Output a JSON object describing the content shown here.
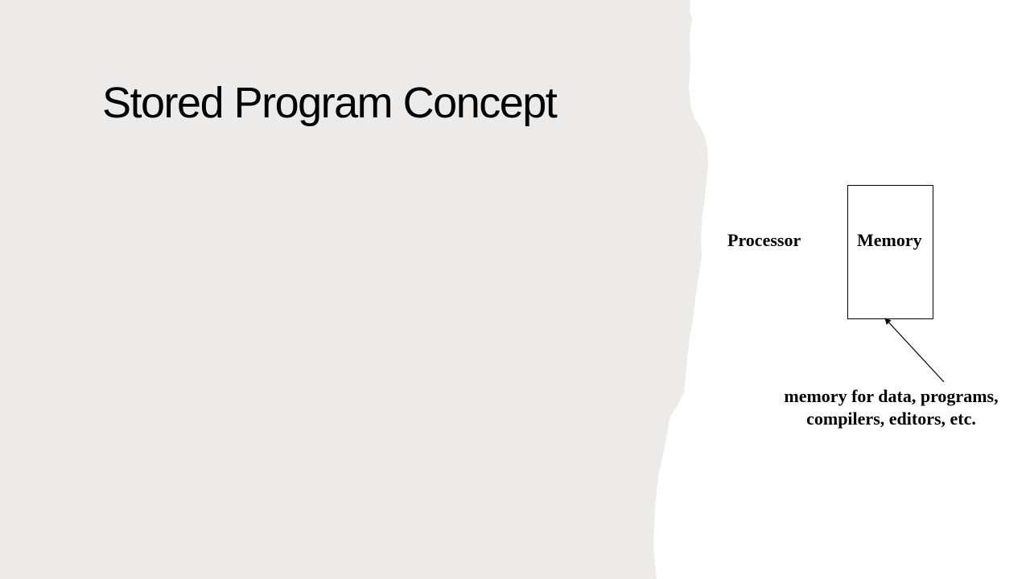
{
  "slide": {
    "title": "Stored Program Concept",
    "background_color": "#ffffff",
    "panel_color": "#ECEBE9"
  },
  "diagram": {
    "processor_label": "Processor",
    "memory_label": "Memory",
    "memory_caption_line1": "memory for data, programs,",
    "memory_caption_line2": "compilers, editors, etc."
  }
}
